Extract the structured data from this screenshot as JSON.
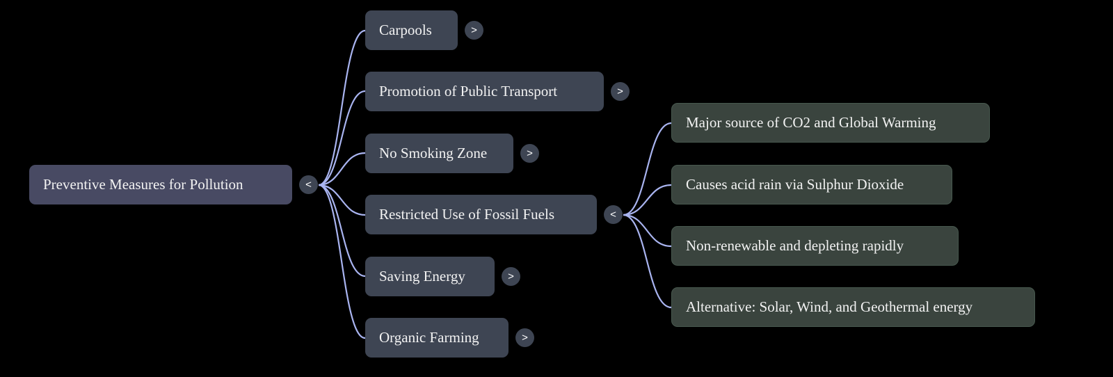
{
  "canvas": {
    "background": "#000000",
    "link_color": "#a9b4f0",
    "child_node_color": "#3e4553",
    "leaf_node_color": "#3a443e",
    "root_node_color": "#484a63"
  },
  "root": {
    "label": "Preventive Measures for Pollution",
    "toggle": "<"
  },
  "children": [
    {
      "label": "Carpools",
      "toggle": ">"
    },
    {
      "label": "Promotion of Public Transport",
      "toggle": ">"
    },
    {
      "label": "No Smoking Zone",
      "toggle": ">"
    },
    {
      "label": "Restricted Use of Fossil Fuels",
      "toggle": "<"
    },
    {
      "label": "Saving Energy",
      "toggle": ">"
    },
    {
      "label": "Organic Farming",
      "toggle": ">"
    }
  ],
  "grandchildren": [
    {
      "label": "Major source of CO2 and Global Warming"
    },
    {
      "label": "Causes acid rain via Sulphur Dioxide"
    },
    {
      "label": "Non-renewable and depleting rapidly"
    },
    {
      "label": "Alternative: Solar, Wind, and Geothermal energy"
    }
  ]
}
